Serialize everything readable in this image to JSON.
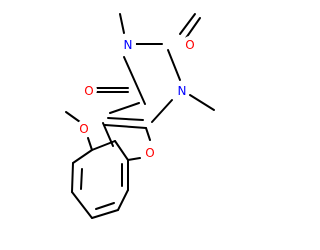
{
  "molecule": {
    "atoms": [
      {
        "id": "N3",
        "label": "N",
        "color": "#0000ff"
      },
      {
        "id": "N1",
        "label": "N",
        "color": "#0000ff"
      },
      {
        "id": "O4",
        "label": "O",
        "color": "#ff0000"
      },
      {
        "id": "O2",
        "label": "O",
        "color": "#ff0000"
      },
      {
        "id": "Of",
        "label": "O",
        "color": "#ff0000"
      },
      {
        "id": "Om",
        "label": "O",
        "color": "#ff0000"
      }
    ],
    "bond_color": "#000000"
  }
}
